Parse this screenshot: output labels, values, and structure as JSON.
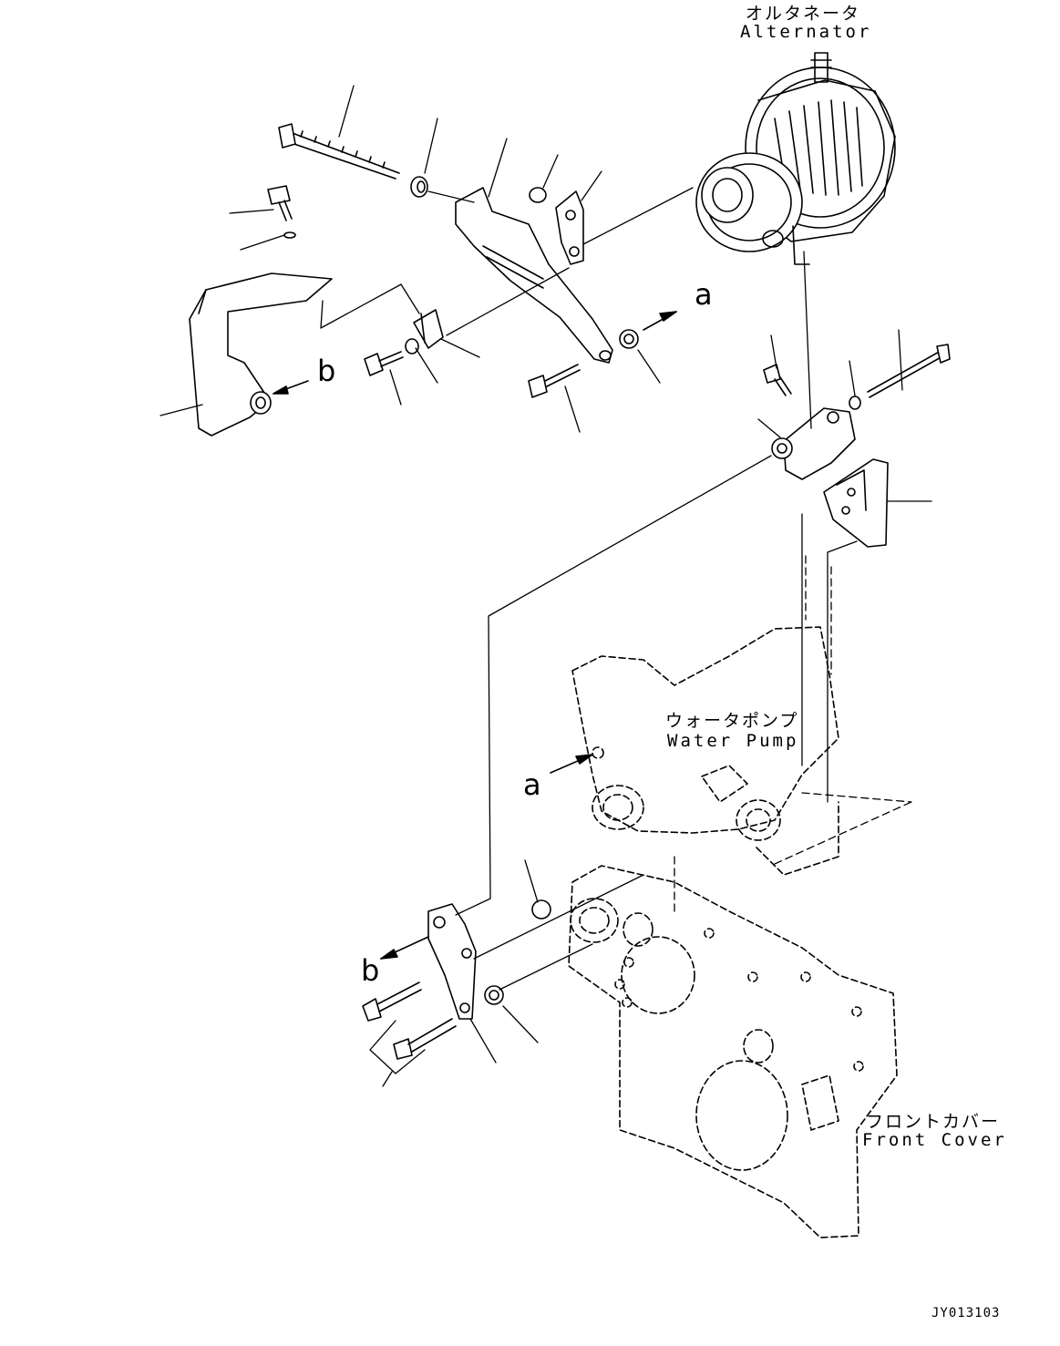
{
  "labels": {
    "alternator": {
      "jp": "オルタネータ",
      "en": "Alternator"
    },
    "water_pump": {
      "jp": "ウォータポンプ",
      "en": "Water Pump"
    },
    "front_cover": {
      "jp": "フロントカバー",
      "en": "Front Cover"
    },
    "ref_a": "a",
    "ref_b": "b",
    "drawing_code": "JY013103"
  }
}
